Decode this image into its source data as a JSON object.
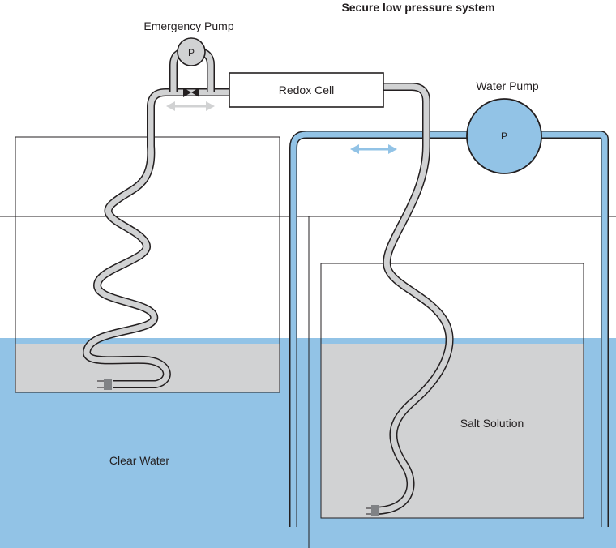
{
  "title": "Secure low pressure system",
  "labels": {
    "emergency_pump": "Emergency Pump",
    "emergency_pump_symbol": "P",
    "redox_cell": "Redox Cell",
    "water_pump": "Water Pump",
    "water_pump_symbol": "P",
    "clear_water": "Clear Water",
    "salt_solution": "Salt Solution"
  },
  "colors": {
    "water": "#92c3e6",
    "salt": "#d1d2d3",
    "tube": "#d1d2d3",
    "blue_tube": "#92c3e6",
    "outline": "#231f20",
    "grey_arrow": "#d1d2d3",
    "blue_arrow": "#92c3e6"
  },
  "icons": {
    "valve": "bowtie-valve-icon",
    "flow_arrow_grey": "double-arrow-icon",
    "flow_arrow_blue": "double-arrow-icon"
  }
}
